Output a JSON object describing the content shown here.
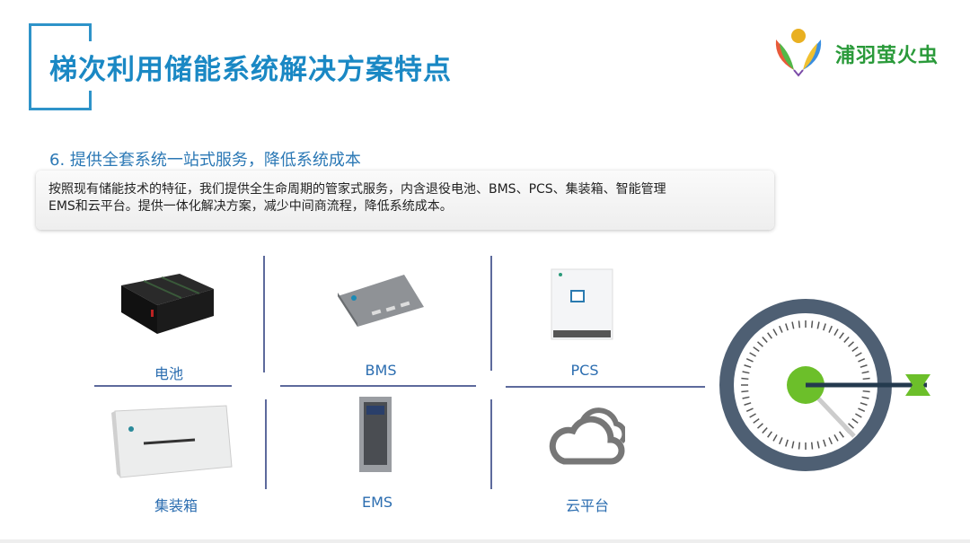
{
  "title": "梯次利用储能系统解决方案特点",
  "logo": {
    "text": "浦羽萤火虫"
  },
  "section": {
    "heading": "6. 提供全套系统一站式服务，降低系统成本",
    "body_line1": "按照现有储能技术的特征，我们提供全生命周期的管家式服务，内含退役电池、BMS、PCS、集装箱、智能管理",
    "body_line2": "EMS和云平台。提供一体化解决方案，减少中间商流程，降低系统成本。"
  },
  "products": [
    {
      "label": "电池"
    },
    {
      "label": "BMS"
    },
    {
      "label": "PCS"
    },
    {
      "label": "集装箱"
    },
    {
      "label": "EMS"
    },
    {
      "label": "云平台"
    }
  ],
  "colors": {
    "accent": "#1a88c4",
    "green": "#6cbf2a",
    "gauge": "#4e5f73"
  }
}
